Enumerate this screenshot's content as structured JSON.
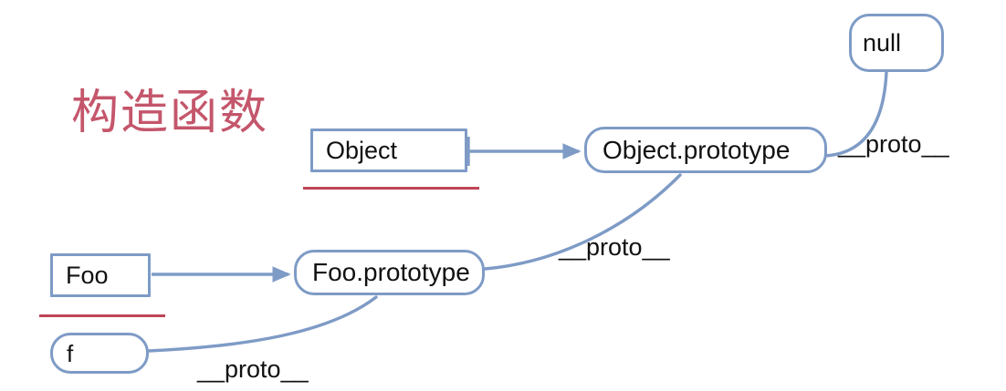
{
  "diagram": {
    "type": "javascript-prototype-chain",
    "title_cn": "构造函数",
    "colors": {
      "node_stroke": "#7e9bc6",
      "edge_stroke": "#7e9bc6",
      "underline_red": "#bf4455",
      "title_pink": "#c4566b",
      "node_fill": "#ffffff",
      "text": "#111111",
      "background": "#ffffff"
    },
    "nodes": [
      {
        "id": "object",
        "label": "Object",
        "shape": "rect"
      },
      {
        "id": "object-prototype",
        "label": "Object.prototype",
        "shape": "pill"
      },
      {
        "id": "null",
        "label": "null",
        "shape": "pill"
      },
      {
        "id": "foo",
        "label": "Foo",
        "shape": "rect"
      },
      {
        "id": "foo-prototype",
        "label": "Foo.prototype",
        "shape": "pill"
      },
      {
        "id": "f",
        "label": "f",
        "shape": "pill"
      }
    ],
    "edges": [
      {
        "from": "object",
        "to": "object-prototype",
        "label": "",
        "arrow": true
      },
      {
        "from": "object-prototype",
        "to": "null",
        "label": "__proto__",
        "arrow": false
      },
      {
        "from": "foo",
        "to": "foo-prototype",
        "label": "",
        "arrow": true
      },
      {
        "from": "foo-prototype",
        "to": "object-prototype",
        "label": "__proto__",
        "arrow": false
      },
      {
        "from": "f",
        "to": "foo-prototype",
        "label": "__proto__",
        "arrow": false
      }
    ],
    "labels": {
      "proto_null": "__proto__",
      "proto_mid": "__proto__",
      "proto_f": "__proto__"
    }
  }
}
